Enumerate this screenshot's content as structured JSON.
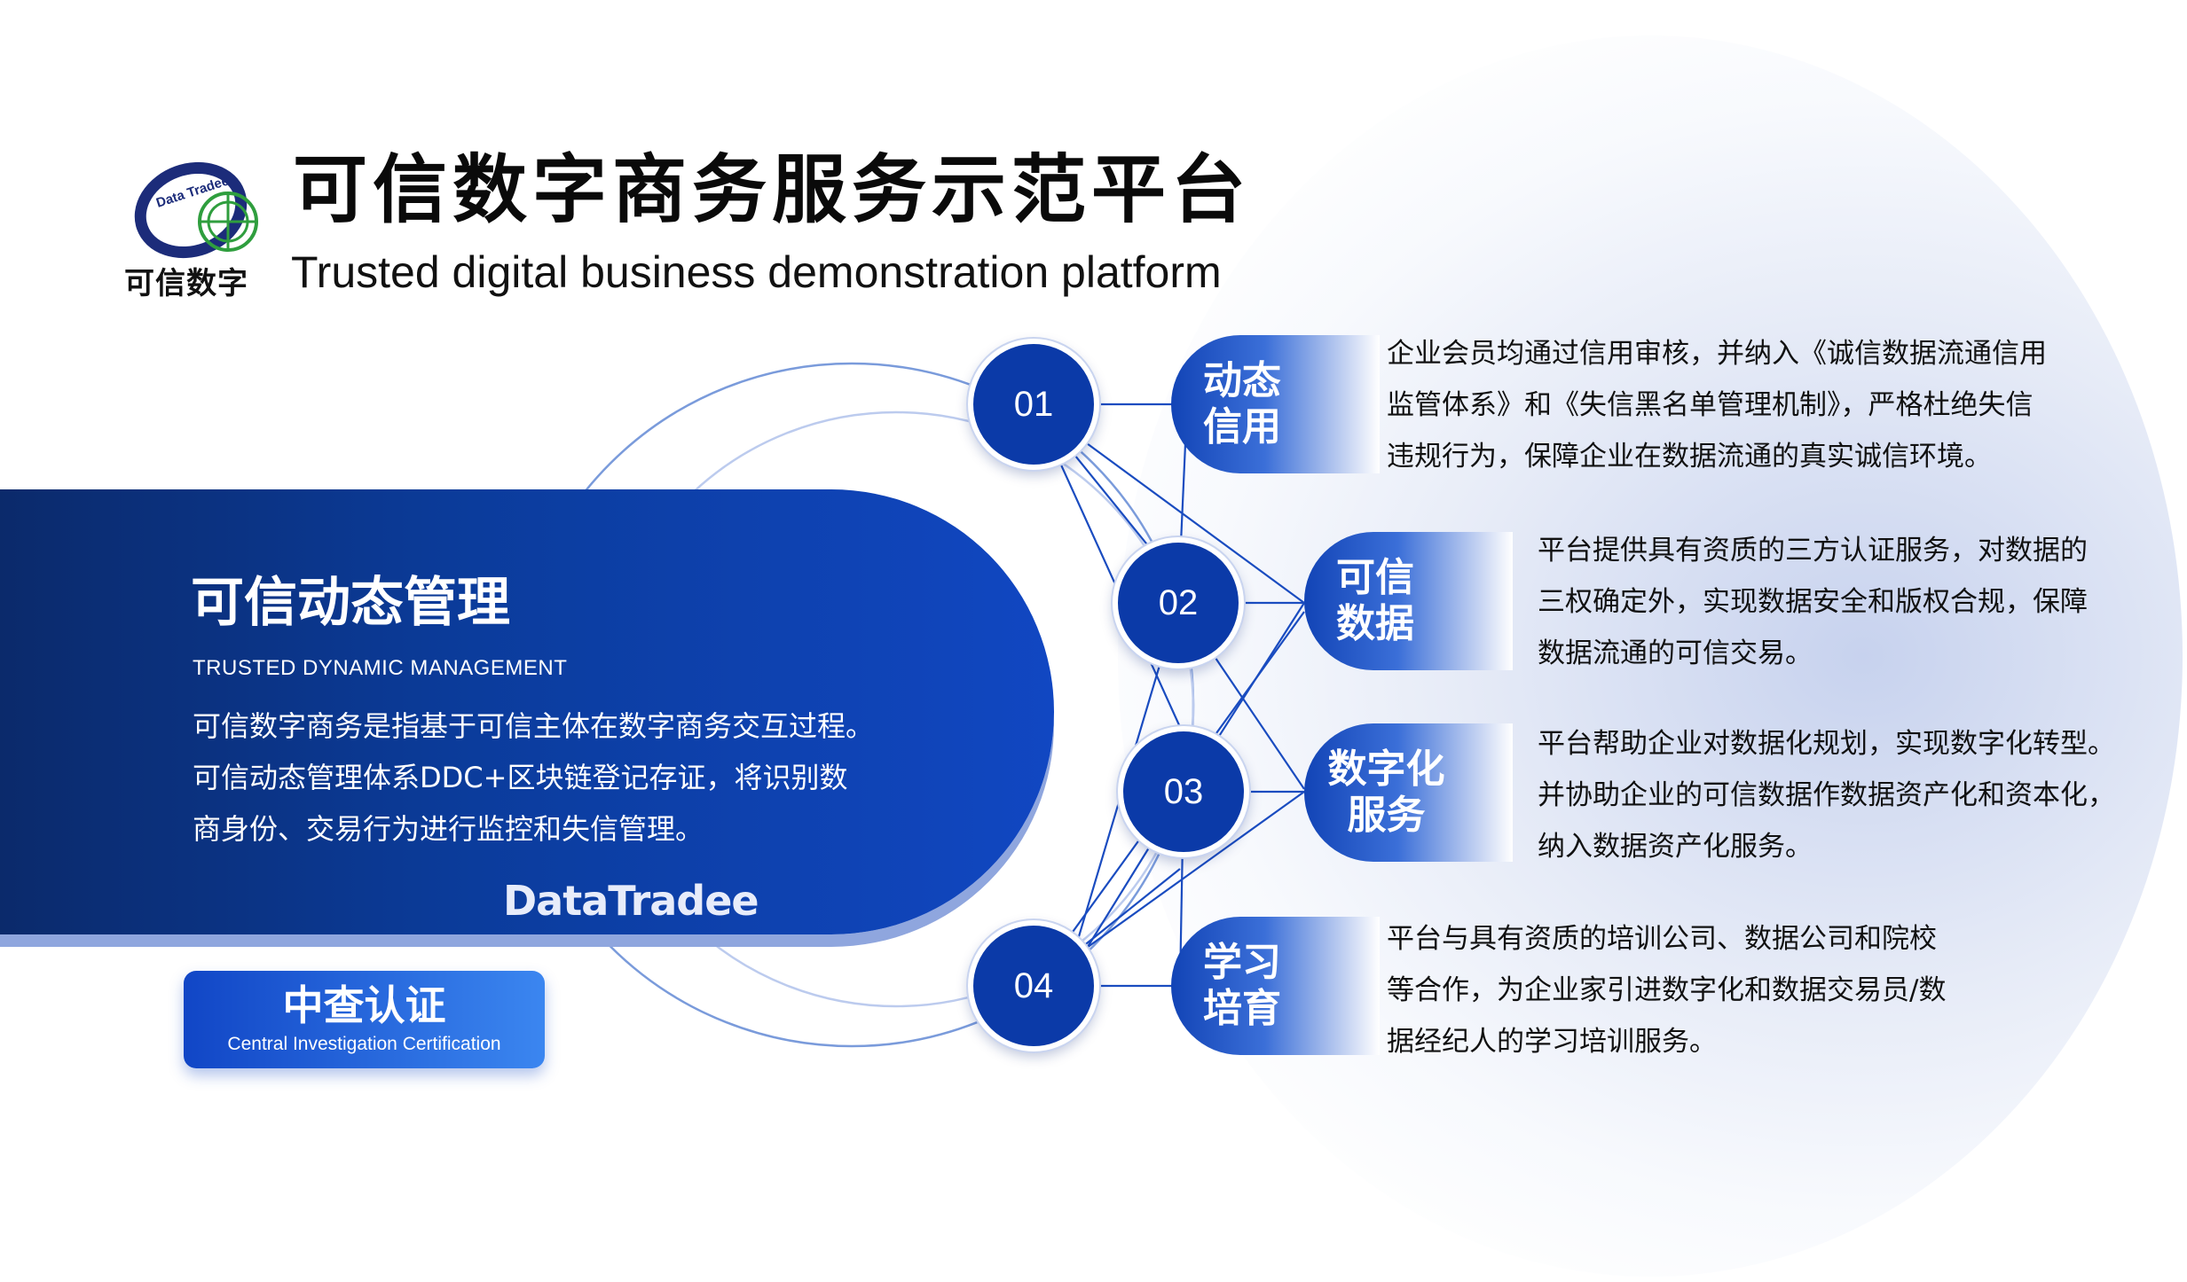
{
  "header": {
    "logo_text": "可信数字",
    "logo_ring_text": "Data Tradee",
    "title_cn": "可信数字商务服务示范平台",
    "title_en": "Trusted digital business demonstration platform"
  },
  "panel": {
    "title": "可信动态管理",
    "subtitle": "TRUSTED DYNAMIC MANAGEMENT",
    "lines": [
      "可信数字商务是指基于可信主体在数字商务交互过程。",
      "可信动态管理体系DDC+区块链登记存证，将识别数",
      "商身份、交易行为进行监控和失信管理。"
    ],
    "brand": "DataTradee"
  },
  "badge": {
    "cn": "中查认证",
    "en": "Central Investigation Certification"
  },
  "items": [
    {
      "num": "01",
      "label_line1": "动态",
      "label_line2": "信用",
      "desc": [
        "企业会员均通过信用审核，并纳入《诚信数据流通信用",
        "监管体系》和《失信黑名单管理机制》，严格杜绝失信",
        "违规行为，保障企业在数据流通的真实诚信环境。"
      ]
    },
    {
      "num": "02",
      "label_line1": "可信",
      "label_line2": "数据",
      "desc": [
        "平台提供具有资质的三方认证服务，对数据的",
        "三权确定外，实现数据安全和版权合规，保障",
        "数据流通的可信交易。"
      ]
    },
    {
      "num": "03",
      "label_line1": "数字化",
      "label_line2": "服务",
      "desc": [
        "平台帮助企业对数据化规划，实现数字化转型。",
        "并协助企业的可信数据作数据资产化和资本化，",
        "纳入数据资产化服务。"
      ]
    },
    {
      "num": "04",
      "label_line1": "学习",
      "label_line2": "培育",
      "desc": [
        "平台与具有资质的培训公司、数据公司和院校",
        "等合作，为企业家引进数字化和数据交易员/数",
        "据经纪人的学习培训服务。"
      ]
    }
  ],
  "colors": {
    "primary": "#0b3aa8",
    "panel_dark": "#0b2a6b",
    "accent_light": "#3b86f0"
  }
}
